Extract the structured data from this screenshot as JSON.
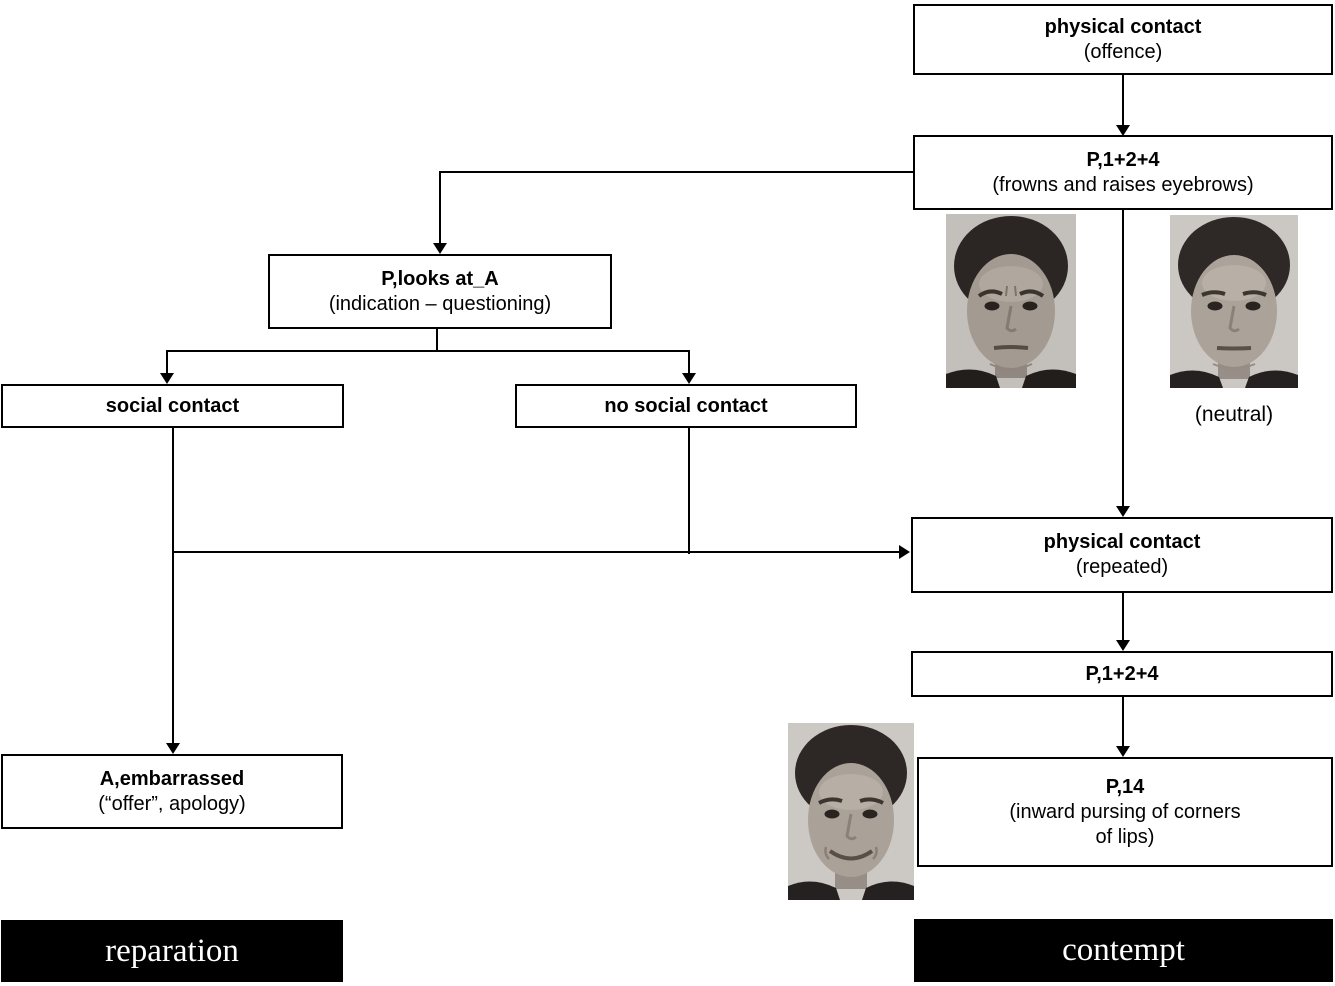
{
  "nodes": {
    "offence": {
      "title": "physical contact",
      "subtitle": "(offence)"
    },
    "frowns": {
      "title": "P,1+2+4",
      "subtitle": "(frowns and raises eyebrows)"
    },
    "looks": {
      "title": "P,looks at_A",
      "subtitle": "(indication – questioning)"
    },
    "social": {
      "title": "social contact"
    },
    "nosocial": {
      "title": "no social contact"
    },
    "repeated": {
      "title": "physical contact",
      "subtitle": "(repeated)"
    },
    "p124": {
      "title": "P,1+2+4"
    },
    "p14": {
      "title": "P,14",
      "subtitle_line1": "(inward pursing of corners",
      "subtitle_line2": "of lips)"
    },
    "embarrassed": {
      "title": "A,embarrassed",
      "subtitle": "(“offer”, apology)"
    }
  },
  "captions": {
    "neutral": "(neutral)"
  },
  "outcomes": {
    "reparation": "reparation",
    "contempt": "contempt"
  },
  "photos": [
    {
      "name": "frowning-face-photo"
    },
    {
      "name": "neutral-face-photo"
    },
    {
      "name": "smiling-face-photo"
    }
  ],
  "colors": {
    "line": "#000000",
    "box_fill": "#ffffff",
    "box_border": "#000000",
    "outcome_fill": "#000000",
    "outcome_text": "#ffffff"
  }
}
